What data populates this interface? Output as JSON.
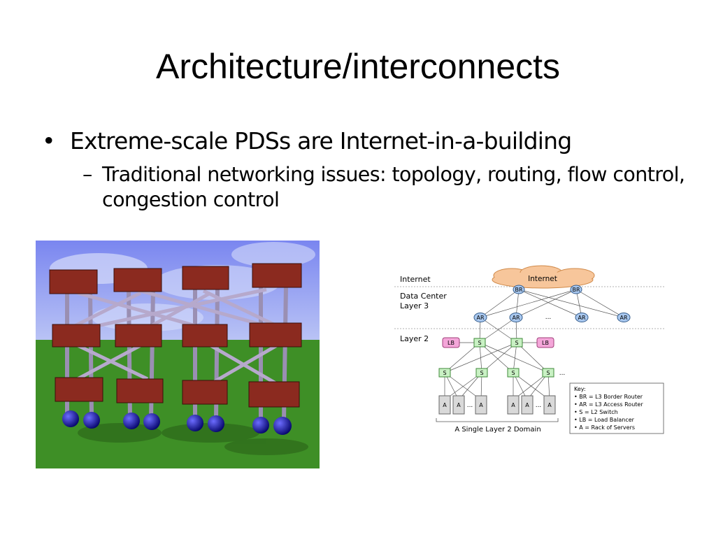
{
  "slide": {
    "title": "Architecture/interconnects",
    "bullets": [
      {
        "symbol": "•",
        "text": "Extreme-scale PDSs are Internet-in-a-building",
        "sub": [
          {
            "symbol": "–",
            "text": "Traditional networking issues: topology, routing, flow control, congestion control"
          }
        ]
      }
    ]
  },
  "diagram": {
    "layers": {
      "internet": "Internet",
      "dc_l3_line1": "Data Center",
      "dc_l3_line2": "Layer 3",
      "l2": "Layer 2"
    },
    "cloud_label": "Internet",
    "node_labels": {
      "br": "BR",
      "ar": "AR",
      "lb": "LB",
      "s": "S",
      "a": "A",
      "ellipsis": "..."
    },
    "domain_label": "A Single Layer 2 Domain",
    "key": {
      "title": "Key:",
      "items": [
        "• BR = L3 Border Router",
        "• AR = L3 Access Router",
        "• S = L2 Switch",
        "• LB = Load Balancer",
        "• A = Rack of Servers"
      ]
    },
    "colors": {
      "router": "#a9c8ef",
      "switch": "#c9f1c4",
      "lb": "#f4a6d9",
      "cloud": "#f7c69b",
      "rack": "#d9d9d9"
    }
  }
}
